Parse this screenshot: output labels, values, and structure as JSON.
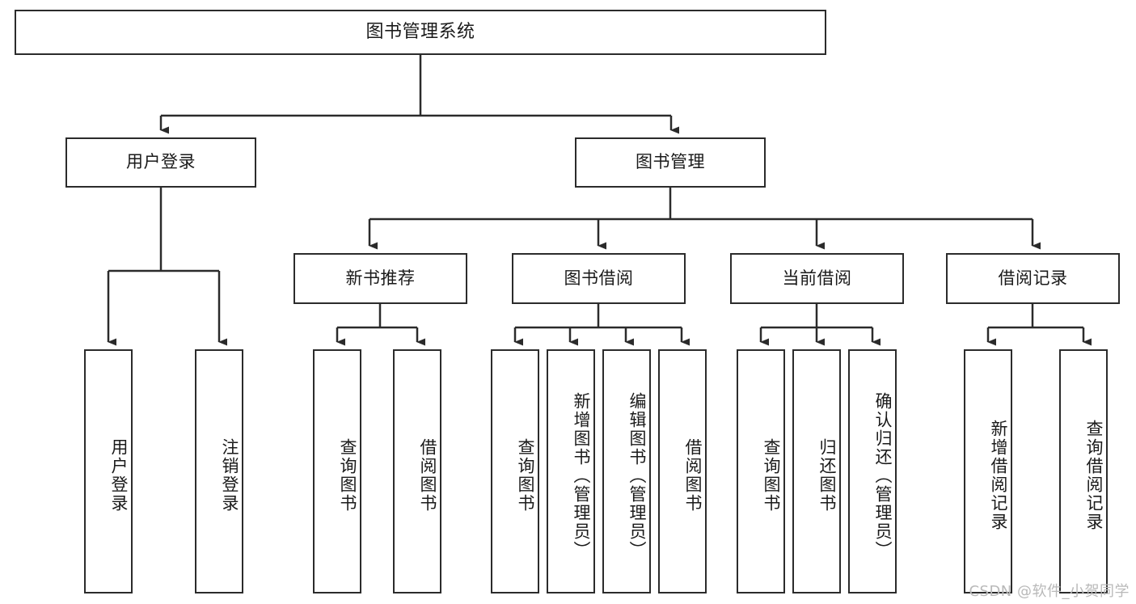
{
  "diagram": {
    "title": "图书管理系统",
    "watermark": "CSDN @软件_小贺同学",
    "stroke_color": "#2b2b2b",
    "fill_color": "#ffffff",
    "text_color": "#1a1a1a",
    "watermark_color": "#b9b9b9"
  },
  "nodes": {
    "root": {
      "label": "图书管理系统"
    },
    "level2": [
      {
        "id": "user-login",
        "label": "用户登录"
      },
      {
        "id": "book-management",
        "label": "图书管理"
      }
    ],
    "level3": [
      {
        "id": "new-book-recommend",
        "label": "新书推荐"
      },
      {
        "id": "book-borrow",
        "label": "图书借阅"
      },
      {
        "id": "current-borrow",
        "label": "当前借阅"
      },
      {
        "id": "borrow-record",
        "label": "借阅记录"
      }
    ],
    "leaves": {
      "user_login": [
        {
          "id": "leaf-user-login",
          "label": "用户登录"
        },
        {
          "id": "leaf-logout",
          "label": "注销登录"
        }
      ],
      "new_book_recommend": [
        {
          "id": "leaf-query-book-1",
          "label": "查询图书"
        },
        {
          "id": "leaf-borrow-book-1",
          "label": "借阅图书"
        }
      ],
      "book_borrow": [
        {
          "id": "leaf-query-book-2",
          "label": "查询图书"
        },
        {
          "id": "leaf-add-book",
          "label": "新增图书（管理员）"
        },
        {
          "id": "leaf-edit-book",
          "label": "编辑图书（管理员）"
        },
        {
          "id": "leaf-borrow-book-2",
          "label": "借阅图书"
        }
      ],
      "current_borrow": [
        {
          "id": "leaf-query-book-3",
          "label": "查询图书"
        },
        {
          "id": "leaf-return-book",
          "label": "归还图书"
        },
        {
          "id": "leaf-confirm-return",
          "label": "确认归还（管理员）"
        }
      ],
      "borrow_record": [
        {
          "id": "leaf-add-record",
          "label": "新增借阅记录"
        },
        {
          "id": "leaf-query-record",
          "label": "查询借阅记录"
        }
      ]
    }
  },
  "chart_data": {
    "type": "diagram",
    "subtype": "tree-hierarchy",
    "title": "图书管理系统",
    "orientation": "top-down",
    "edge_style": "orthogonal-arrow",
    "levels": 4,
    "hierarchy": [
      {
        "label": "图书管理系统",
        "children": [
          {
            "label": "用户登录",
            "children": [
              {
                "label": "用户登录",
                "children": []
              },
              {
                "label": "注销登录",
                "children": []
              }
            ]
          },
          {
            "label": "图书管理",
            "children": [
              {
                "label": "新书推荐",
                "children": [
                  {
                    "label": "查询图书",
                    "children": []
                  },
                  {
                    "label": "借阅图书",
                    "children": []
                  }
                ]
              },
              {
                "label": "图书借阅",
                "children": [
                  {
                    "label": "查询图书",
                    "children": []
                  },
                  {
                    "label": "新增图书（管理员）",
                    "children": []
                  },
                  {
                    "label": "编辑图书（管理员）",
                    "children": []
                  },
                  {
                    "label": "借阅图书",
                    "children": []
                  }
                ]
              },
              {
                "label": "当前借阅",
                "children": [
                  {
                    "label": "查询图书",
                    "children": []
                  },
                  {
                    "label": "归还图书",
                    "children": []
                  },
                  {
                    "label": "确认归还（管理员）",
                    "children": []
                  }
                ]
              },
              {
                "label": "借阅记录",
                "children": [
                  {
                    "label": "新增借阅记录",
                    "children": []
                  },
                  {
                    "label": "查询借阅记录",
                    "children": []
                  }
                ]
              }
            ]
          }
        ]
      }
    ]
  }
}
